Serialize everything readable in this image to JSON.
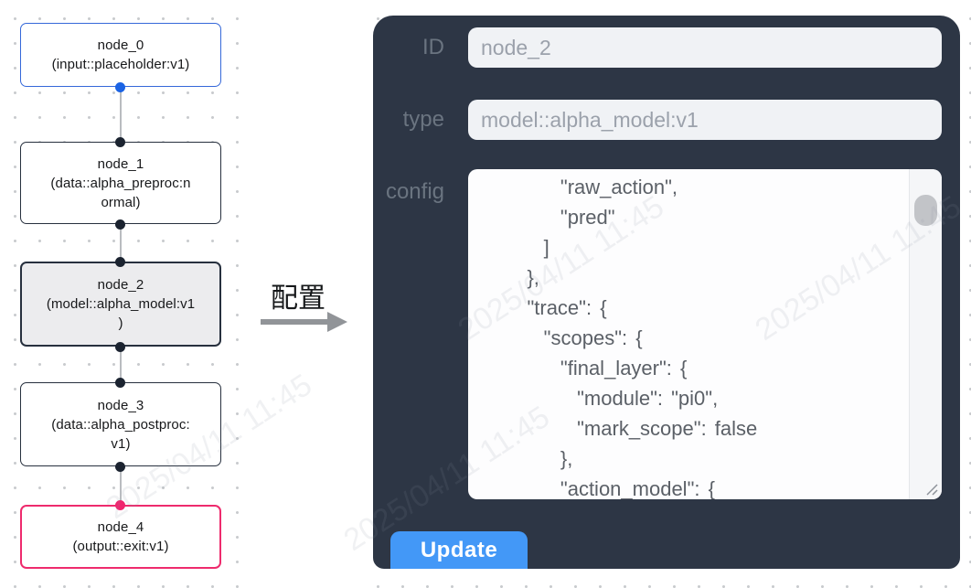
{
  "canvas": {
    "nodes": [
      {
        "id": "node_0",
        "lines": [
          "node_0",
          "(input::placeholder:v1)"
        ],
        "selected": false
      },
      {
        "id": "node_1",
        "lines": [
          "node_1",
          "(data::alpha_preproc:n",
          "ormal)"
        ],
        "selected": false
      },
      {
        "id": "node_2",
        "lines": [
          "node_2",
          "(model::alpha_model:v1",
          ")"
        ],
        "selected": true
      },
      {
        "id": "node_3",
        "lines": [
          "node_3",
          "(data::alpha_postproc:",
          "v1)"
        ],
        "selected": false
      },
      {
        "id": "node_4",
        "lines": [
          "node_4",
          "(output::exit:v1)"
        ],
        "selected": false
      }
    ]
  },
  "transition": {
    "label": "配置"
  },
  "panel": {
    "fields": [
      {
        "label": "ID",
        "value": "node_2"
      },
      {
        "label": "type",
        "value": "model::alpha_model:v1"
      }
    ],
    "config": {
      "label": "config",
      "text": "        \"raw_action\",\n        \"pred\"\n      ]\n    },\n    \"trace\": {\n      \"scopes\": {\n        \"final_layer\": {\n          \"module\": \"pi0\",\n          \"mark_scope\": false\n        },\n        \"action_model\": {"
    },
    "update_label": "Update"
  },
  "watermark": {
    "text": "2025/04/11 11:45"
  },
  "colors": {
    "panel_bg": "#2d3645",
    "button_blue": "#4398f7",
    "node_blue_border": "#3568d9",
    "node_dark_border": "#27303e",
    "node_pink_border": "#ee2b6d",
    "node_selected_bg": "#ececee",
    "port_blue": "#1b63e4",
    "port_dark": "#1b2330",
    "port_pink": "#f0256e",
    "edge_gray": "#b9bcc0"
  }
}
